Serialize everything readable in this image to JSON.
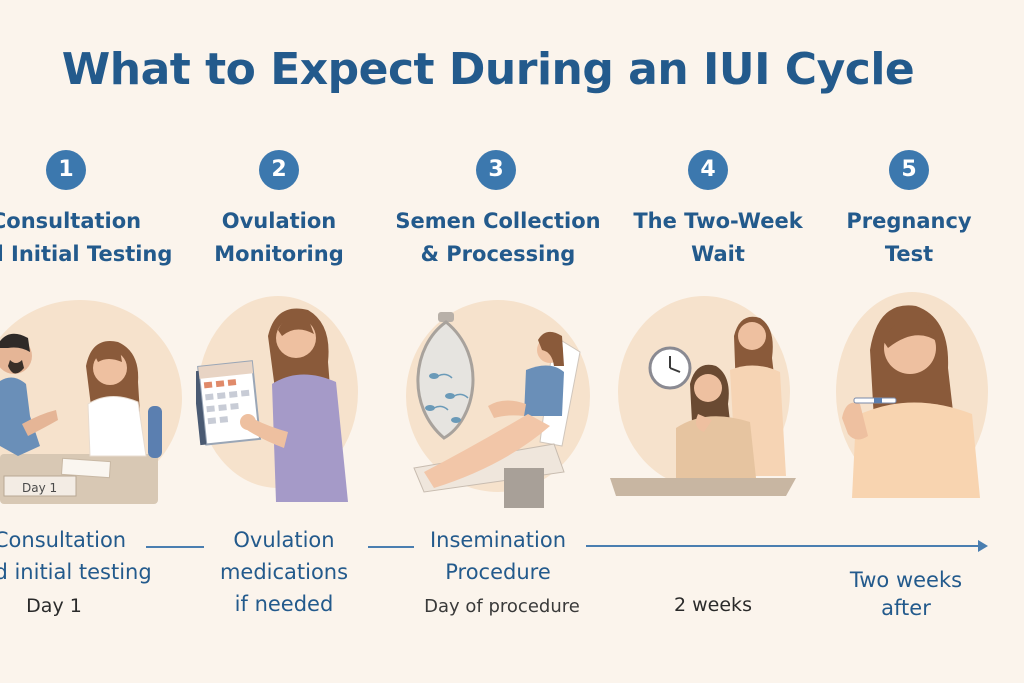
{
  "title": "What to Expect During an IUI Cycle",
  "colors": {
    "accent": "#235a8c",
    "badge": "#3c78ae",
    "background": "#fbf4ec",
    "blob": "#f6e2cc"
  },
  "steps": [
    {
      "number": "1",
      "heading": [
        "Consultation",
        "and Initial Testing"
      ],
      "caption": [
        "Consultation",
        "and initial testing"
      ],
      "timing": "Day 1",
      "card_label": "Day 1",
      "icon": "consultation-illustration"
    },
    {
      "number": "2",
      "heading": [
        "Ovulation",
        "Monitoring"
      ],
      "caption": [
        "Ovulation",
        "medications",
        "if needed"
      ],
      "timing": "",
      "icon": "calendar-illustration"
    },
    {
      "number": "3",
      "heading": [
        "Semen Collection",
        "& Processing"
      ],
      "caption": [
        "Insemination",
        "Procedure"
      ],
      "timing": "Day of procedure",
      "icon": "procedure-illustration"
    },
    {
      "number": "4",
      "heading": [
        "The Two-Week",
        "Wait"
      ],
      "caption": [],
      "timing": "2 weeks",
      "icon": "clock-illustration"
    },
    {
      "number": "5",
      "heading": [
        "Pregnancy",
        "Test"
      ],
      "caption": [
        "Two weeks",
        "after"
      ],
      "timing": "",
      "icon": "pregnancy-test-illustration"
    }
  ]
}
